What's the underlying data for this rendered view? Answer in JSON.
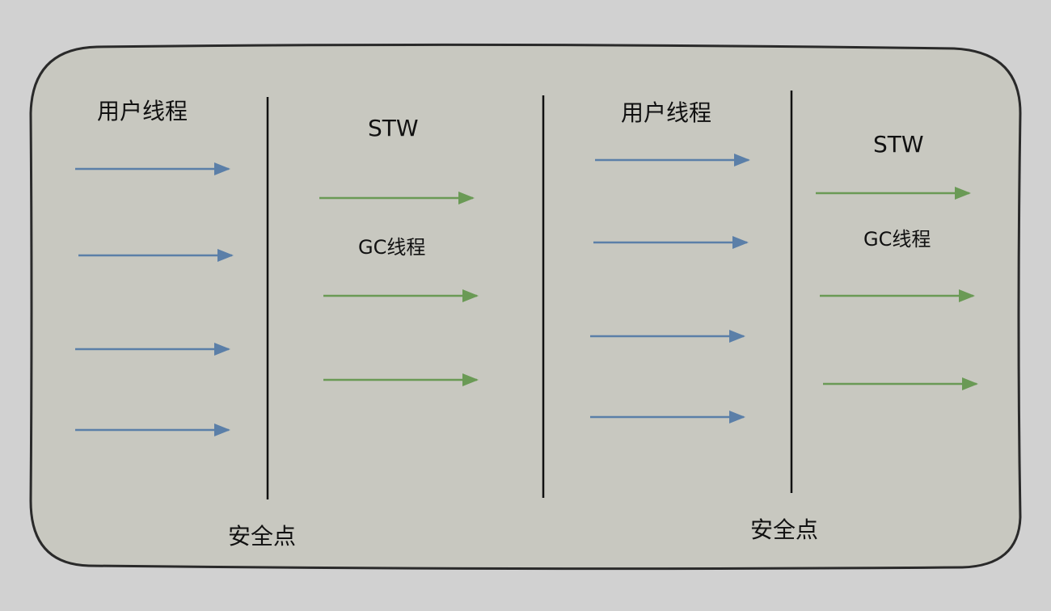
{
  "labels": {
    "user_thread_1": "用户线程",
    "stw_1": "STW",
    "gc_thread_1": "GC线程",
    "user_thread_2": "用户线程",
    "stw_2": "STW",
    "gc_thread_2": "GC线程",
    "safepoint_1": "安全点",
    "safepoint_2": "安全点"
  },
  "colors": {
    "background": "#d1d1d1",
    "panel": "#c8c8c0",
    "user_arrow": "#5b7fa8",
    "gc_arrow": "#6a9a55",
    "line": "#111111"
  }
}
